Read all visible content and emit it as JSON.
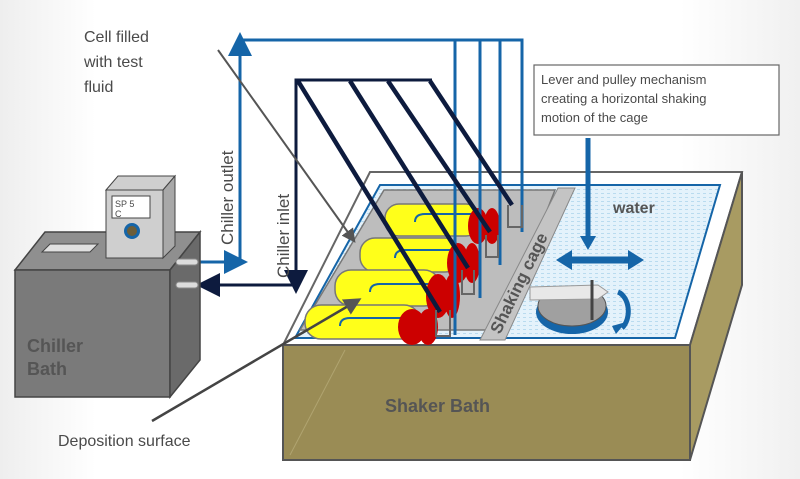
{
  "diagram": {
    "title_hint": "Shaker bath deposition test setup",
    "labels": {
      "cell": [
        "Cell filled",
        "with test",
        "fluid"
      ],
      "chiller_outlet": "Chiller outlet",
      "chiller_inlet": "Chiller inlet",
      "lever": [
        "Lever and pulley mechanism",
        "creating a horizontal shaking",
        "motion of the cage"
      ],
      "water": "water",
      "shaking_cage": "Shaking cage",
      "chiller_bath": [
        "Chiller",
        "Bath"
      ],
      "shaker_bath": "Shaker Bath",
      "deposition": "Deposition surface",
      "display": [
        "SP 5",
        "C"
      ]
    },
    "colors": {
      "outlet_line": "#1565a8",
      "inlet_line": "#0d1b3e",
      "chiller_body": "#7a7a7a",
      "shaker_body": "#9a8c55",
      "cell_yellow": "#ffff1a",
      "cell_red": "#cc0000",
      "cage_gray": "#bdbdbd",
      "water": "#dff0fa"
    }
  }
}
